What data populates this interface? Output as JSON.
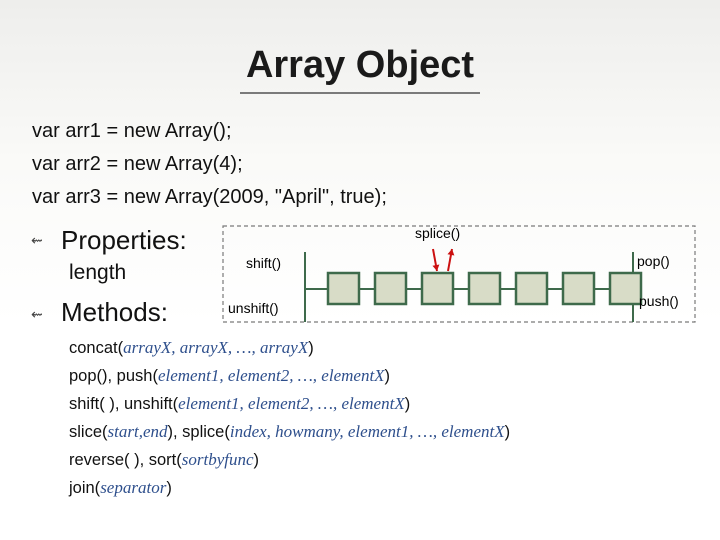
{
  "slide": {
    "title": "Array Object",
    "code_lines": [
      "var arr1 = new Array();",
      "var arr2 = new Array(4);",
      "var arr3 = new Array(2009, \"April\", true);"
    ],
    "bullets": [
      {
        "glyph": "⇜",
        "label": "Properties:"
      },
      {
        "glyph": "⇜",
        "label": "Methods:"
      }
    ],
    "properties": [
      "length"
    ],
    "methods": [
      [
        {
          "t": "concat("
        },
        {
          "p": "arrayX, arrayX, …, arrayX"
        },
        {
          "t": ")"
        }
      ],
      [
        {
          "t": "pop(), push("
        },
        {
          "p": "element1, element2, …, elementX"
        },
        {
          "t": ")"
        }
      ],
      [
        {
          "t": "shift( ), unshift("
        },
        {
          "p": "element1, element2, …, elementX"
        },
        {
          "t": ")"
        }
      ],
      [
        {
          "t": "slice("
        },
        {
          "p": "start,end"
        },
        {
          "t": "), splice("
        },
        {
          "p": "index, howmany, element1, …, elementX"
        },
        {
          "t": ")"
        }
      ],
      [
        {
          "t": "reverse( ), sort("
        },
        {
          "p": "sortbyfunc"
        },
        {
          "t": ")"
        }
      ],
      [
        {
          "t": "join("
        },
        {
          "p": "separator"
        },
        {
          "t": ")"
        }
      ]
    ]
  },
  "diagram": {
    "labels": {
      "splice": "splice()",
      "shift": "shift()",
      "unshift": "unshift()",
      "pop": "pop()",
      "push": "push()"
    },
    "cell_count": 7,
    "colors": {
      "cell_fill": "#d8dcc7",
      "cell_border": "#3e6a4b",
      "line": "#3e6a4b",
      "arrow": "#cc1111",
      "dashed_border": "#7a7a7a"
    }
  }
}
